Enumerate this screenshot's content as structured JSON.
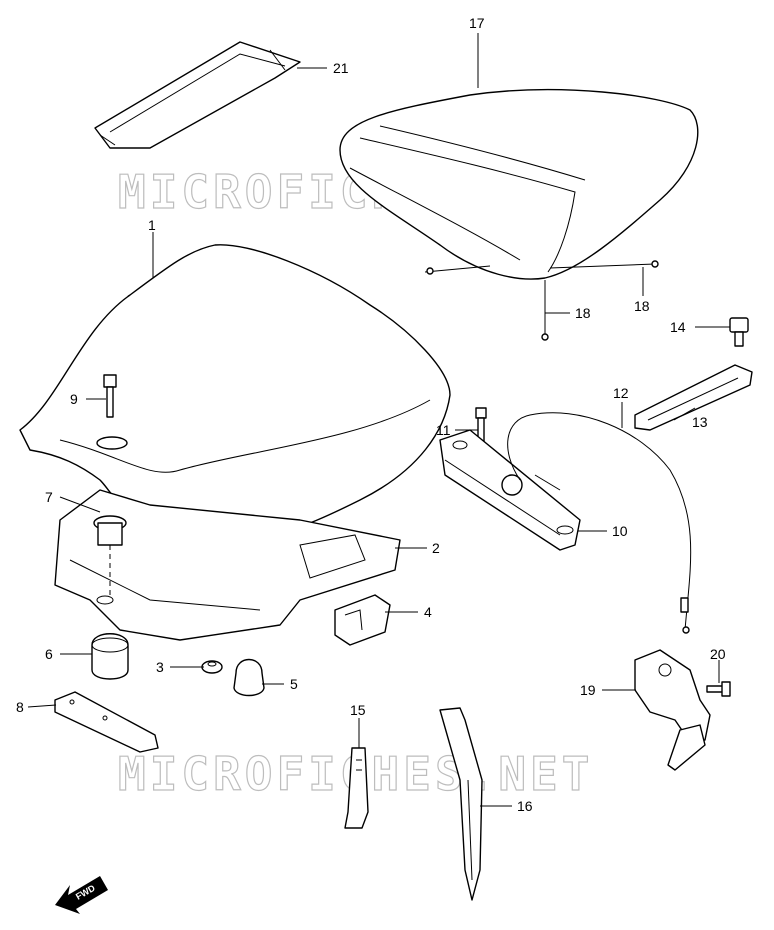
{
  "watermark": "MICROFICHES.NET",
  "fwd_label": "FWD",
  "callouts": [
    "1",
    "2",
    "3",
    "4",
    "5",
    "6",
    "7",
    "8",
    "9",
    "10",
    "11",
    "12",
    "13",
    "14",
    "15",
    "16",
    "17",
    "18",
    "18",
    "19",
    "20",
    "21"
  ]
}
